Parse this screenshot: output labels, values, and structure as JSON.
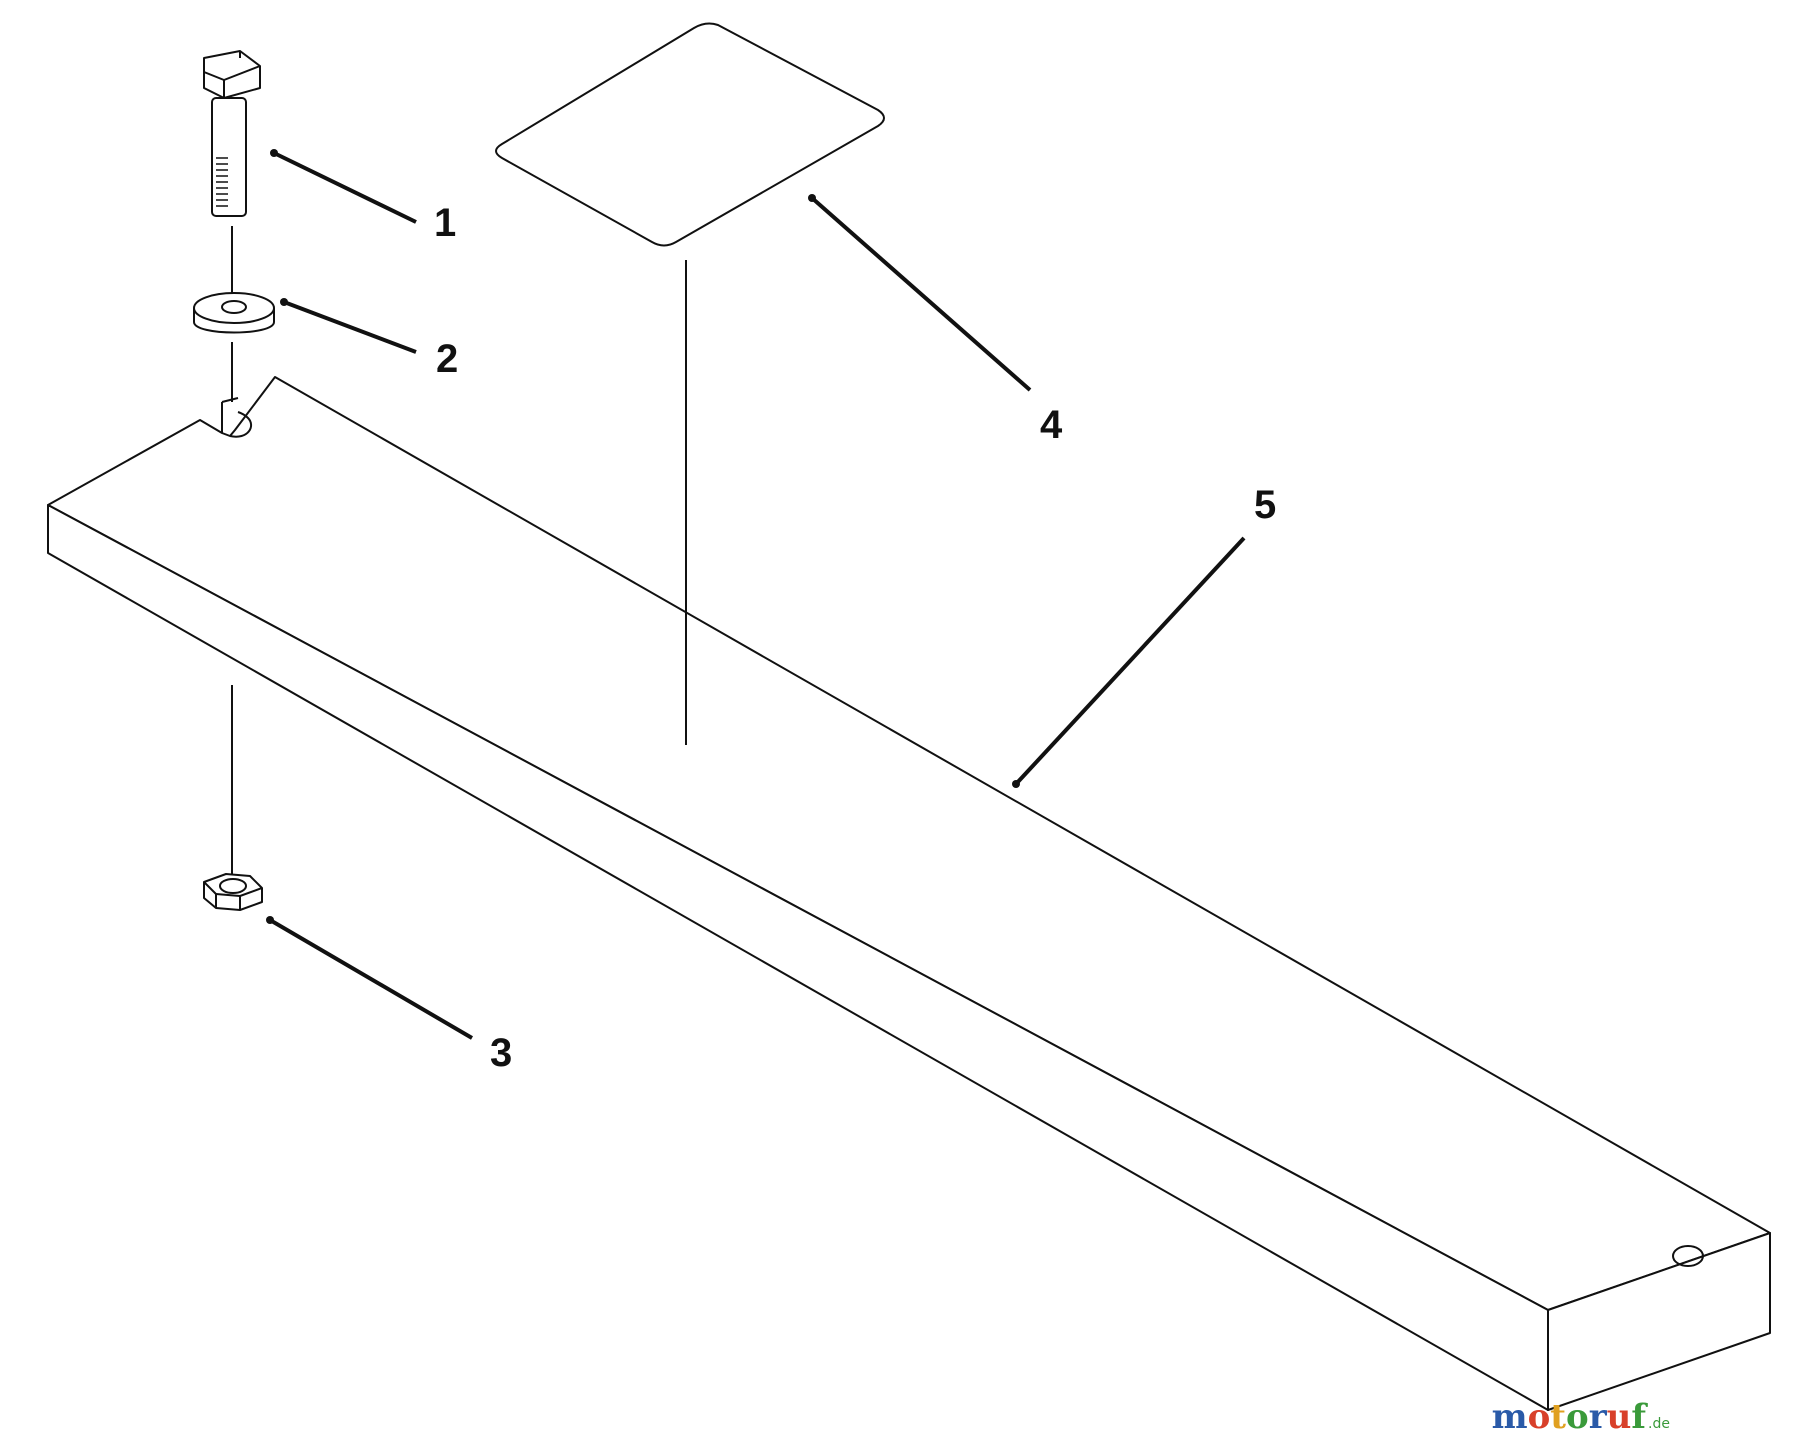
{
  "callouts": [
    {
      "label": "1"
    },
    {
      "label": "2"
    },
    {
      "label": "3"
    },
    {
      "label": "4"
    },
    {
      "label": "5"
    }
  ],
  "watermark": {
    "letters": [
      "m",
      "o",
      "t",
      "o",
      "r",
      "u",
      "f"
    ],
    "colors": [
      "#2a5aa8",
      "#d8402a",
      "#e0a020",
      "#3a9a3a",
      "#2a5aa8",
      "#d8402a",
      "#3a9a3a"
    ],
    "tld": ".de"
  },
  "colors": {
    "line": "#111111",
    "background": "#ffffff"
  }
}
